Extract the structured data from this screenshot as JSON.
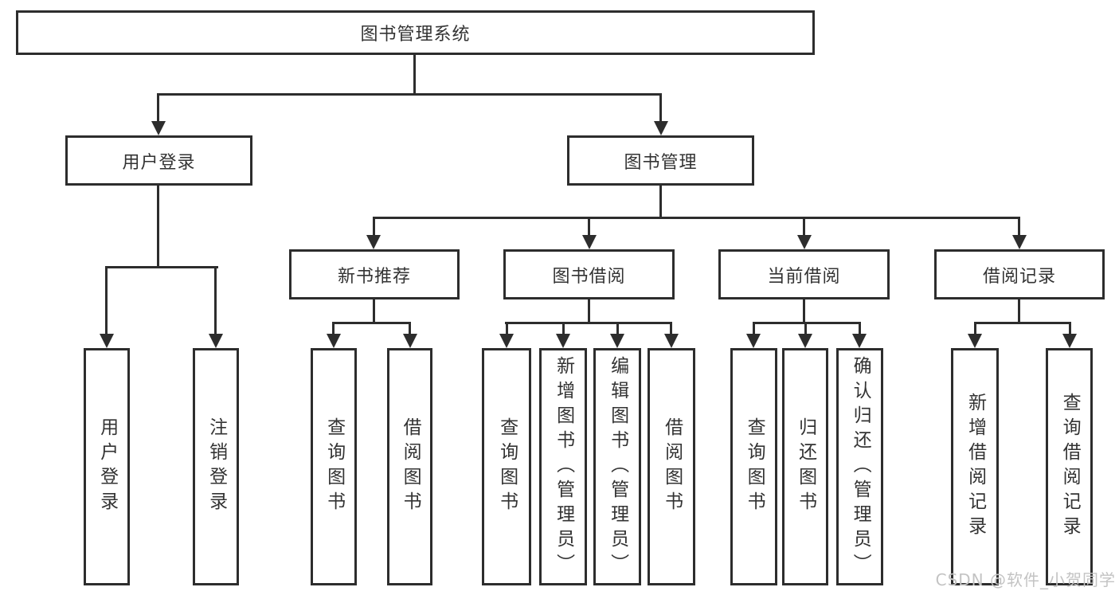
{
  "diagram_title": "图书管理系统",
  "nodes": {
    "root": {
      "label": "图书管理系统"
    },
    "user_login": {
      "label": "用户登录",
      "parent": "图书管理系统"
    },
    "book_mgmt": {
      "label": "图书管理",
      "parent": "图书管理系统"
    },
    "new_book_rec": {
      "label": "新书推荐",
      "parent": "图书管理"
    },
    "book_borrow": {
      "label": "图书借阅",
      "parent": "图书管理"
    },
    "current_borrow": {
      "label": "当前借阅",
      "parent": "图书管理"
    },
    "borrow_records": {
      "label": "借阅记录",
      "parent": "图书管理"
    }
  },
  "leaves": [
    {
      "label": "用户登录",
      "parent": "用户登录"
    },
    {
      "label": "注销登录",
      "parent": "用户登录"
    },
    {
      "label": "查询图书",
      "parent": "新书推荐"
    },
    {
      "label": "借阅图书",
      "parent": "新书推荐"
    },
    {
      "label": "查询图书",
      "parent": "图书借阅"
    },
    {
      "label": "新增图书（管理员）",
      "parent": "图书借阅"
    },
    {
      "label": "编辑图书（管理员）",
      "parent": "图书借阅"
    },
    {
      "label": "借阅图书",
      "parent": "图书借阅"
    },
    {
      "label": "查询图书",
      "parent": "当前借阅"
    },
    {
      "label": "归还图书",
      "parent": "当前借阅"
    },
    {
      "label": "确认归还（管理员）",
      "parent": "当前借阅"
    },
    {
      "label": "新增借阅记录",
      "parent": "借阅记录"
    },
    {
      "label": "查询借阅记录",
      "parent": "借阅记录"
    }
  ],
  "watermark": "CSDN @软件_小贺同学",
  "colors": {
    "line": "#2d2d2d",
    "text": "#333333",
    "watermark": "#c3c3c3",
    "background": "#ffffff"
  }
}
